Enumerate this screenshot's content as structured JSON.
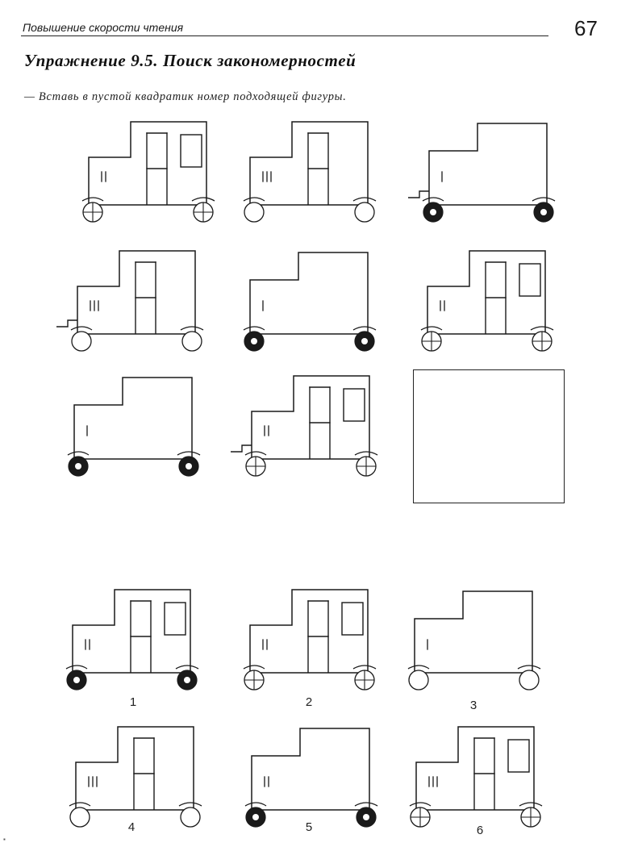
{
  "header": {
    "running_title": "Повышение скорости чтения",
    "page_number": "67"
  },
  "exercise": {
    "title": "Упражнение 9.5. Поиск закономерностей",
    "instruction": "— Вставь в пустой квадратик номер подходящей фигуры."
  },
  "grid": [
    [
      {
        "shape": "tall-two-windows",
        "marks": 2,
        "wheels": "cross",
        "step": false
      },
      {
        "shape": "tall-door",
        "marks": 3,
        "wheels": "plain",
        "step": false
      },
      {
        "shape": "box",
        "marks": 1,
        "wheels": "black",
        "step": true
      }
    ],
    [
      {
        "shape": "tall-door",
        "marks": 3,
        "wheels": "plain",
        "step": true
      },
      {
        "shape": "box",
        "marks": 1,
        "wheels": "black",
        "step": false
      },
      {
        "shape": "tall-two-windows",
        "marks": 2,
        "wheels": "cross",
        "step": false
      }
    ],
    [
      {
        "shape": "box",
        "marks": 1,
        "wheels": "black",
        "step": false
      },
      {
        "shape": "tall-two-windows",
        "marks": 2,
        "wheels": "cross",
        "step": true
      }
    ]
  ],
  "options": [
    {
      "label": "1",
      "shape": "tall-two-windows",
      "marks": 2,
      "wheels": "black",
      "step": false
    },
    {
      "label": "2",
      "shape": "tall-two-windows",
      "marks": 2,
      "wheels": "cross",
      "step": false
    },
    {
      "label": "3",
      "shape": "box",
      "marks": 1,
      "wheels": "plain",
      "step": false
    },
    {
      "label": "4",
      "shape": "tall-door",
      "marks": 3,
      "wheels": "plain",
      "step": false
    },
    {
      "label": "5",
      "shape": "box",
      "marks": 2,
      "wheels": "black",
      "step": false
    },
    {
      "label": "6",
      "shape": "tall-two-windows",
      "marks": 3,
      "wheels": "cross",
      "step": false
    }
  ],
  "colors": {
    "ink": "#1a1a1a",
    "paper": "#ffffff"
  }
}
